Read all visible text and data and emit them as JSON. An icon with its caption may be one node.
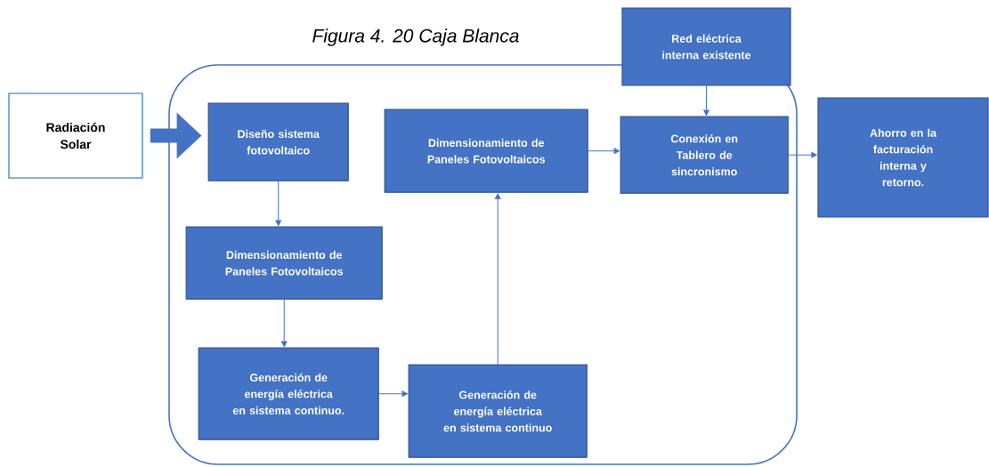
{
  "diagram": {
    "title": "Figura 4. 20 Caja Blanca",
    "nodes": [
      {
        "text": [
          "Radiación Solar"
        ]
      },
      {
        "text": [],
        "shape": "box"
      },
      {
        "text": [
          "Diseño sistema fotovoltaico"
        ],
        "in": 1
      },
      {
        "text": [
          "Dimensionamiento de Paneles Fotovoltaicos"
        ],
        "in": 1
      },
      {
        "text": [
          "Generación de energía eléctrica en sistema continuo."
        ],
        "in": 1
      },
      {
        "text": [
          "Generación de energía eléctrica en sistema continuo"
        ],
        "in": 1
      },
      {
        "text": [
          "Dimensionamiento de Paneles Fotovoltaicos"
        ],
        "in": 1
      },
      {
        "text": [
          "Red eléctrica interna existente"
        ]
      },
      {
        "text": [
          "Conexión en Tablero de sincronismo"
        ],
        "in": 1
      },
      {
        "text": [
          "Ahorro en la facturación interna y retorno."
        ]
      }
    ],
    "edges": [
      {
        "from": 0,
        "to": 2,
        "arrow": "to",
        "style": "thick"
      },
      {
        "from": 2,
        "to": 3,
        "arrow": "to"
      },
      {
        "from": 3,
        "to": 4,
        "arrow": "to"
      },
      {
        "from": 4,
        "to": 5,
        "arrow": "to"
      },
      {
        "from": 5,
        "to": 6,
        "arrow": "to"
      },
      {
        "from": 6,
        "to": 8,
        "arrow": "to"
      },
      {
        "from": 7,
        "to": 8,
        "arrow": "to"
      },
      {
        "from": 8,
        "to": 9,
        "arrow": "to"
      }
    ]
  }
}
